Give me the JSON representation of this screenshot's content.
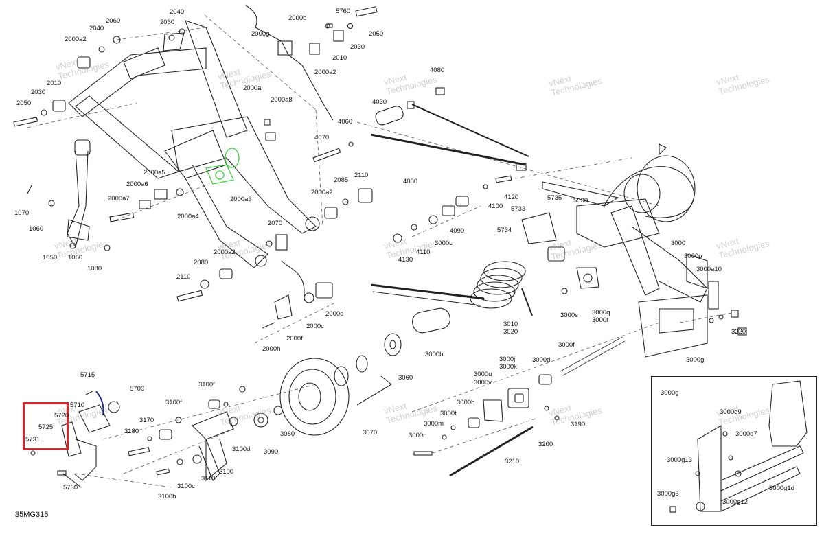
{
  "diagram": {
    "code": "35MG315",
    "watermark": {
      "line1": "vNext",
      "line2": "Technologies"
    },
    "highlight_color": "#d7262c",
    "part_highlight_color": "#3ccf3c",
    "inset_title": "3000g",
    "callouts": [
      "2040",
      "2060",
      "2000b",
      "5760",
      "2050",
      "2000g",
      "2010",
      "2030",
      "2000a2",
      "2040",
      "2060",
      "2000a2",
      "2030",
      "2010",
      "2050",
      "2000a",
      "2000a8",
      "4080",
      "4030",
      "4060",
      "4070",
      "2000a5",
      "2000a6",
      "2000a7",
      "2000a4",
      "2000a3",
      "2085",
      "2110",
      "2000a2",
      "4000",
      "4120",
      "4100",
      "1070",
      "1060",
      "1050",
      "1060",
      "1080",
      "2070",
      "4090",
      "5733",
      "5735",
      "5530",
      "5734",
      "3000c",
      "4110",
      "4130",
      "2000a2",
      "2080",
      "2110",
      "3000",
      "3000p",
      "3000a10",
      "3000q",
      "3000r",
      "3000s",
      "2000c",
      "2000d",
      "2000f",
      "2000h",
      "3010",
      "3020",
      "3220",
      "3000b",
      "3000f",
      "3000j",
      "3000k",
      "3000d",
      "3000u",
      "3000v",
      "3000g",
      "3060",
      "5715",
      "5700",
      "3100f",
      "3100f",
      "5710",
      "5720",
      "5725",
      "5731",
      "5730",
      "3170",
      "3180",
      "3110",
      "3100",
      "3100b",
      "3100c",
      "3100d",
      "3090",
      "3080",
      "3070",
      "3000h",
      "3000t",
      "3000m",
      "3000n",
      "3200",
      "3190",
      "3210",
      "3000g9",
      "3000g7",
      "3000g13",
      "3000g3",
      "3000g12",
      "3000g1d"
    ]
  }
}
